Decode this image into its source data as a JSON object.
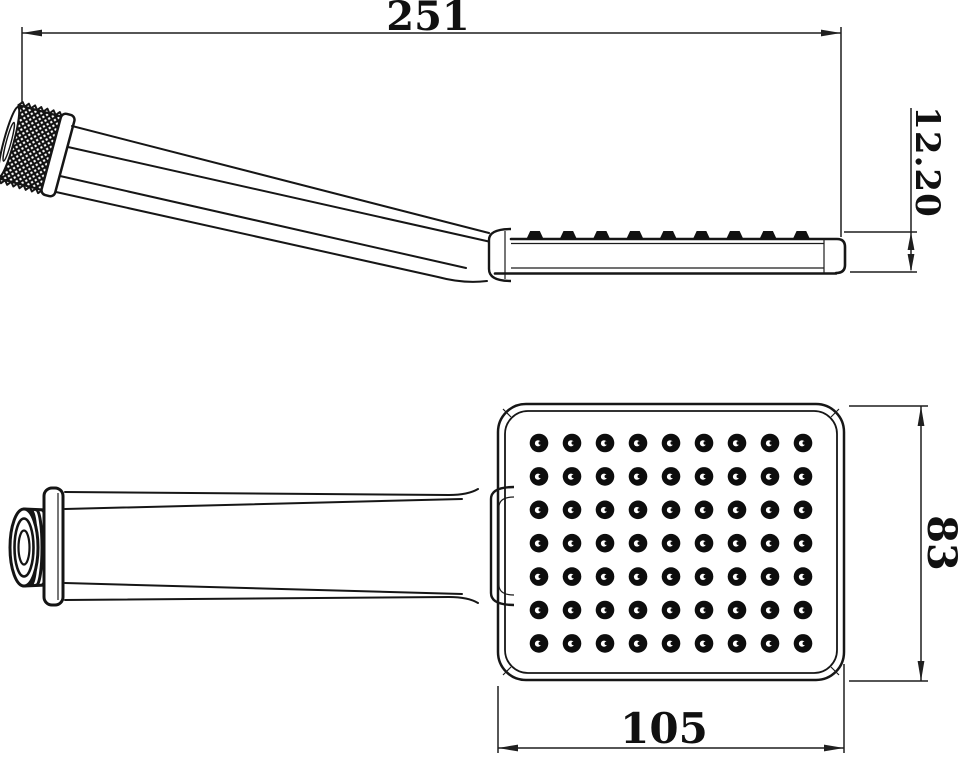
{
  "drawing": {
    "dimensions": {
      "overall_length": "251",
      "head_thickness": "12.20",
      "head_height": "83",
      "head_width": "105"
    },
    "side_view": {
      "nozzle_bumps": 9
    },
    "face_view": {
      "nozzle_grid": {
        "rows": 7,
        "cols": 9
      }
    },
    "colors": {
      "line": "#161616",
      "dimension_line": "#1f1f1f",
      "nozzle_fill": "#0d0d0d",
      "background": "#ffffff"
    }
  }
}
